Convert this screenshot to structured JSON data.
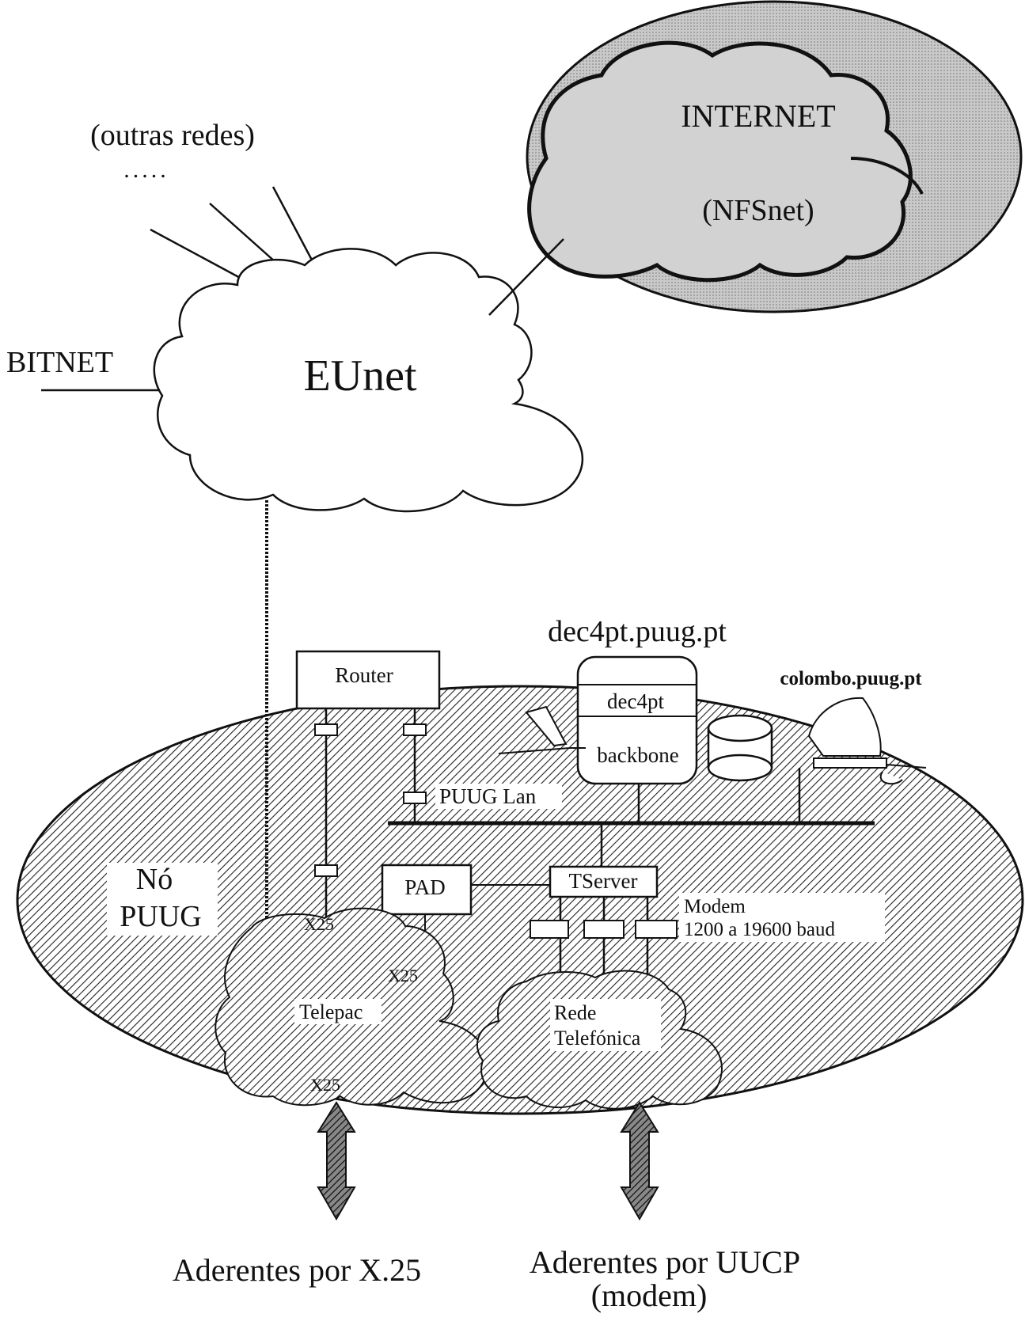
{
  "labels": {
    "outras_redes": "(outras redes)",
    "dots": ".....",
    "internet": "INTERNET",
    "nfsnet": "(NFSnet)",
    "bitnet": "BITNET",
    "eunet": "EUnet",
    "dec4pt_host": "dec4pt.puug.pt",
    "router": "Router",
    "dec4pt": "dec4pt",
    "backbone": "backbone",
    "colombo_host": "colombo.puug.pt",
    "puug_lan": "PUUG Lan",
    "no": "Nó",
    "puug": "PUUG",
    "pad": "PAD",
    "tserver": "TServer",
    "modem": "Modem",
    "modem_speed": "1200 a 19600 baud",
    "x25_a": "X25",
    "x25_b": "X25",
    "x25_c": "X25",
    "telepac": "Telepac",
    "rede": "Rede",
    "telefonica": "Telefónica",
    "aderentes_x25": "Aderentes por X.25",
    "aderentes_uucp": "Aderentes por UUCP",
    "modem_paren": "(modem)"
  }
}
